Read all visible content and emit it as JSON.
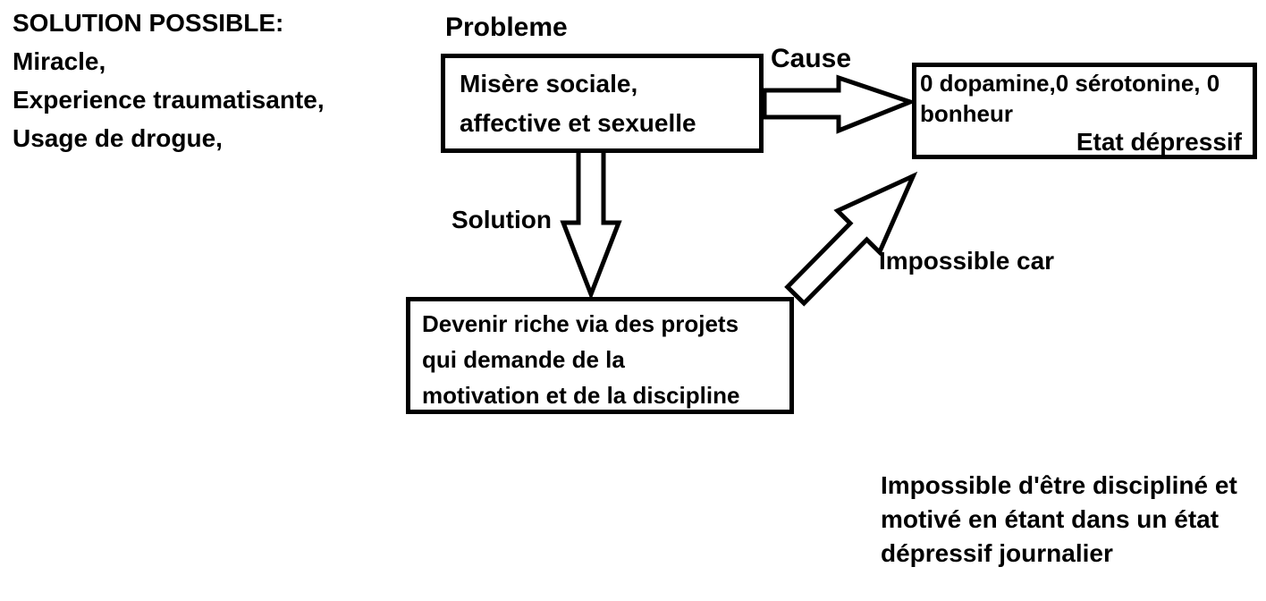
{
  "diagram": {
    "possible_solutions": {
      "heading": "SOLUTION POSSIBLE:",
      "lines": "Miracle,\nExperience traumatisante,\nUsage de drogue,"
    },
    "labels": {
      "probleme": "Probleme",
      "cause": "Cause",
      "solution": "Solution",
      "impossible_car": "Impossible car"
    },
    "boxes": {
      "probleme_box": "Misère sociale,\naffective et sexuelle",
      "etat_depressif_box": {
        "body": "0 dopamine,0 sérotonine, 0\nbonheur",
        "caption": "Etat dépressif"
      },
      "solution_box": "Devenir riche via des projets\nqui demande de la\nmotivation et de la discipline"
    },
    "notes": {
      "impossible_detail": "Impossible d'être discipliné et\nmotivé en étant dans un état\ndépressif journalier"
    },
    "colors": {
      "ink": "#000000",
      "background": "#ffffff"
    }
  }
}
